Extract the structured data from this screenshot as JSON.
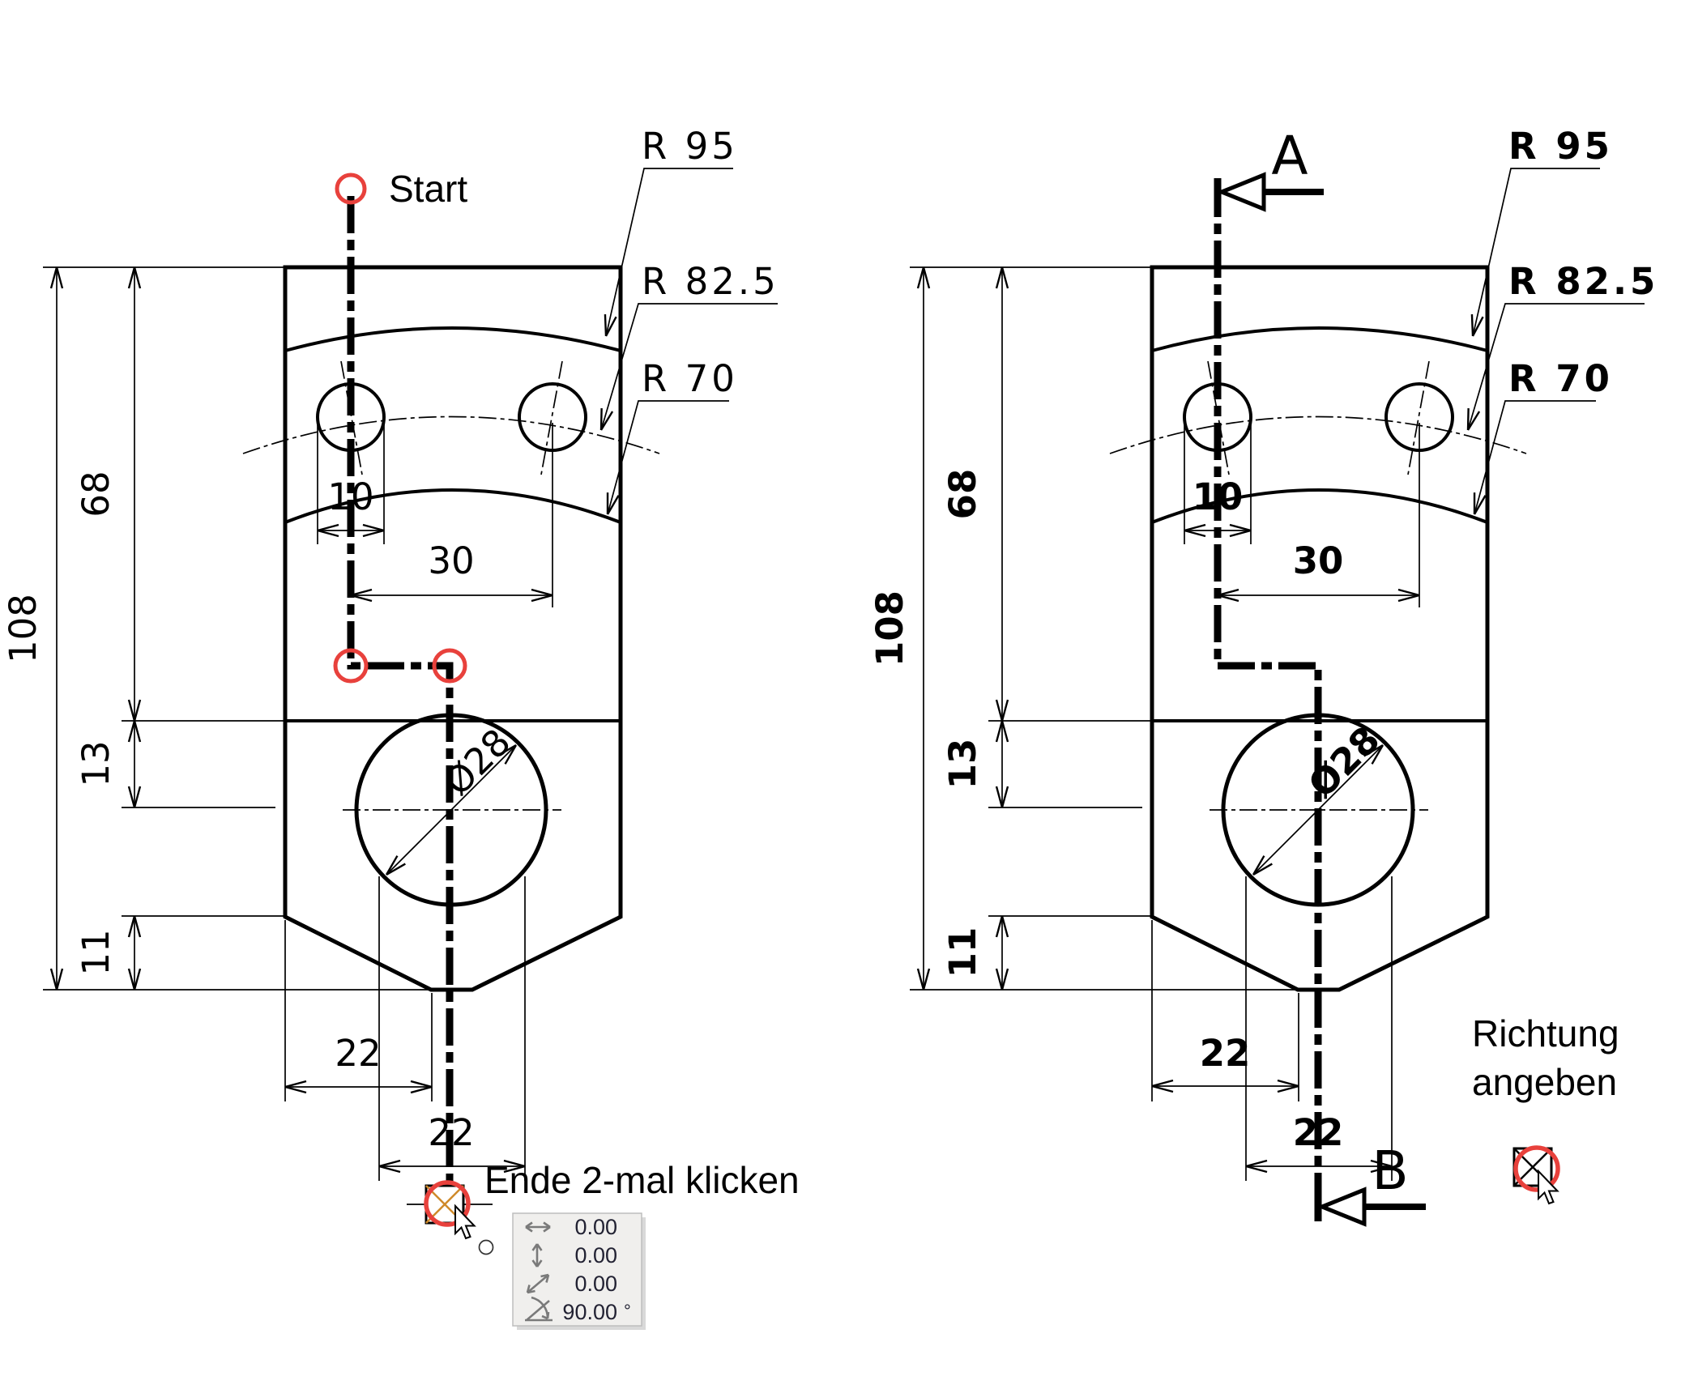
{
  "colors": {
    "highlight_red": "#e8413c",
    "marker_orange": "#cf8a2a",
    "tooltip_bg": "#f0efed",
    "tooltip_border": "#bdbdbd",
    "icon_gray": "#7a7a7a",
    "ink": "#000000"
  },
  "left_view": {
    "start_label": "Start",
    "end_label": "Ende 2-mal klicken",
    "radius_callouts": [
      "R 95",
      "R 82.5",
      "R 70"
    ],
    "dims": {
      "total_height": "108",
      "upper_height": "68",
      "mid_height": "13",
      "lower_height": "11",
      "hole_width": "10",
      "hole_spacing": "30",
      "bottom_left": "22",
      "bottom_slot": "22",
      "bore": "Ø28"
    },
    "coordinate_panel": {
      "rows": [
        {
          "icon": "horizontal-distance",
          "value": "0.00",
          "unit": ""
        },
        {
          "icon": "vertical-distance",
          "value": "0.00",
          "unit": ""
        },
        {
          "icon": "diagonal-distance",
          "value": "0.00",
          "unit": ""
        },
        {
          "icon": "angle",
          "value": "90.00",
          "unit": "°"
        }
      ]
    }
  },
  "right_view": {
    "section_label_top": "A",
    "section_label_bottom": "B",
    "direction_label": {
      "line1": "Richtung",
      "line2": "angeben"
    },
    "radius_callouts": [
      "R 95",
      "R 82.5",
      "R 70"
    ],
    "dims": {
      "total_height": "108",
      "upper_height": "68",
      "mid_height": "13",
      "lower_height": "11",
      "hole_width": "10",
      "hole_spacing": "30",
      "bottom_left": "22",
      "bottom_slot": "22",
      "bore": "Ø28"
    }
  }
}
